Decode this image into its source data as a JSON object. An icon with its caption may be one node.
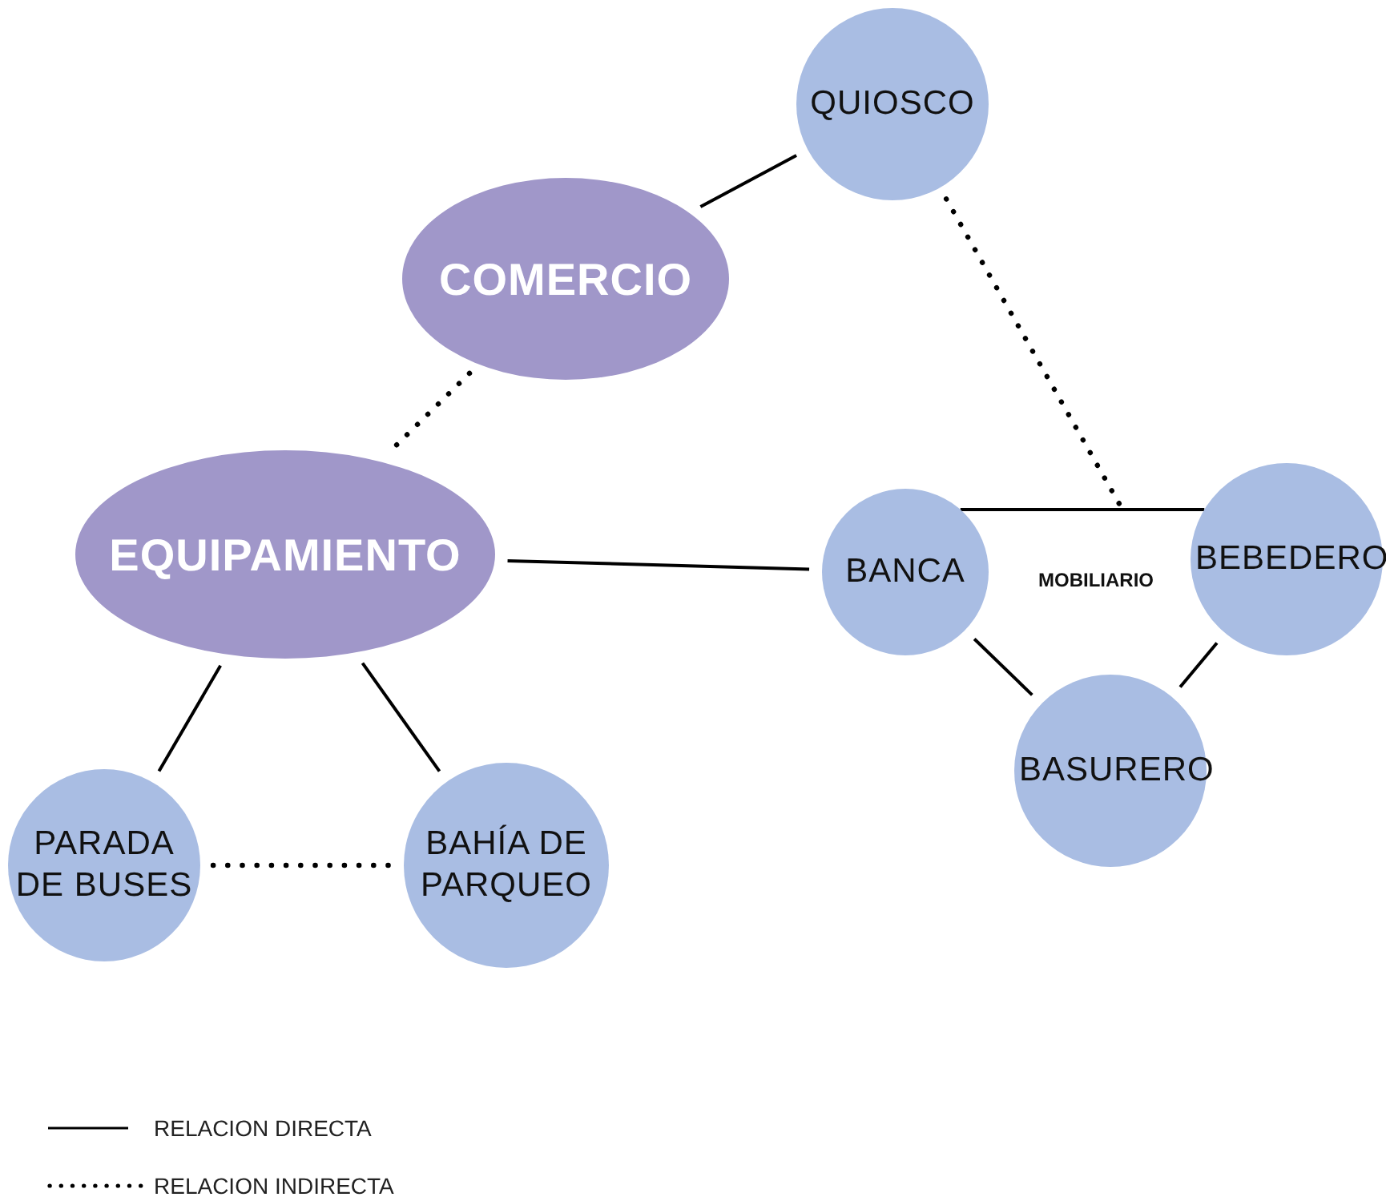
{
  "diagram": {
    "nodes": [
      {
        "text": [
          "QUIOSCO"
        ]
      },
      {
        "text": [
          "COMERCIO"
        ]
      },
      {
        "text": [
          "EQUIPAMIENTO"
        ]
      },
      {
        "text": [
          "BANCA"
        ]
      },
      {
        "text": [
          "BEBEDERO"
        ]
      },
      {
        "text": [
          "BASURERO"
        ]
      },
      {
        "text": [
          "PARADA DE BUSES"
        ]
      },
      {
        "text": [
          "BAHÍA DE PARQUEO"
        ]
      }
    ],
    "edges": [
      {
        "from": 0,
        "to": 1,
        "arrow": "none"
      },
      {
        "from": 1,
        "to": 2,
        "arrow": "none",
        "style": "dashed"
      },
      {
        "from": 2,
        "to": 3,
        "arrow": "none"
      },
      {
        "from": 3,
        "to": 4,
        "arrow": "none"
      },
      {
        "from": 3,
        "to": 5,
        "arrow": "none"
      },
      {
        "from": 4,
        "to": 5,
        "arrow": "none"
      },
      {
        "from": 2,
        "to": 6,
        "arrow": "none"
      },
      {
        "from": 2,
        "to": 7,
        "arrow": "none"
      },
      {
        "from": 6,
        "to": 7,
        "arrow": "none",
        "style": "dashed"
      },
      {
        "from": 0,
        "to": null,
        "arrow": "none",
        "style": "dashed"
      }
    ],
    "labels": [
      "MOBILIARIO"
    ],
    "legend": [
      {
        "text": "RELACION DIRECTA"
      },
      {
        "text": "RELACION INDIRECTA"
      }
    ]
  }
}
